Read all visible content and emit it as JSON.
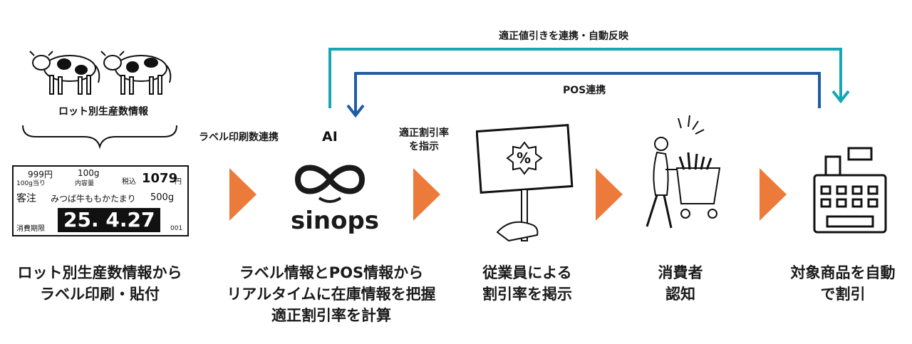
{
  "loop": {
    "outer_label": "適正値引きを連携・自動反映",
    "inner_label": "POS連携",
    "outer_color": "#17a7b4",
    "inner_color": "#1d5da5"
  },
  "accent_color": "#ec7a3b",
  "cows": {
    "caption": "ロット別生産数情報",
    "icon": "cow-icon"
  },
  "connector1_label": "ラベル印刷数連携",
  "connector2_label": "適正割引率\nを指示",
  "ai_label": "AI",
  "logo_text": "sinops",
  "price_label": {
    "unit_price": "999円",
    "unit_price_sub": "100g当り",
    "weight": "100g",
    "weight_sub": "内容量",
    "tax": "税込",
    "price": "1079",
    "yen": "円",
    "customer": "客注",
    "product": "みつば牛ももかたまり",
    "amount": "500g",
    "expiry_label": "消費期限",
    "expiry_date": "25. 4.27",
    "code": "001"
  },
  "steps": [
    {
      "caption": "ロット別生産数情報から\nラベル印刷・貼付"
    },
    {
      "caption": "ラベル情報とPOS情報から\nリアルタイムに在庫情報を把握\n適正割引率を計算"
    },
    {
      "caption": "従業員による\n割引率を掲示"
    },
    {
      "caption": "消費者\n認知"
    },
    {
      "caption": "対象商品を自動\nで割引"
    }
  ],
  "sign_symbol": "%"
}
